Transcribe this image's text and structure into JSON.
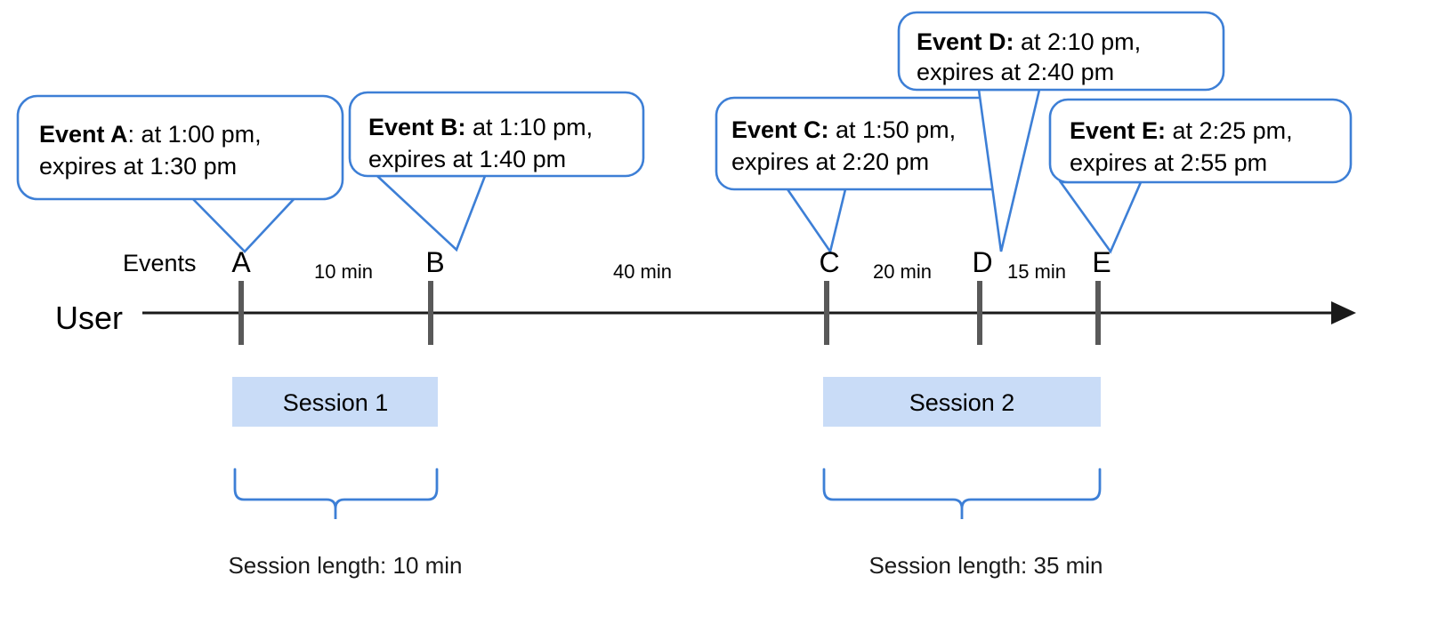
{
  "diagram": {
    "title_axis_label": "User",
    "events_row_label": "Events",
    "accent_color": "#3d7fd6",
    "session_fill_color": "#c9dcf7",
    "tick_color": "#595959",
    "axis_color": "#1a1a1a"
  },
  "callouts": [
    {
      "id": "A",
      "bold": "Event A",
      "sep": ":",
      "line1": " at 1:00 pm,",
      "line2": "expires at 1:30 pm"
    },
    {
      "id": "B",
      "bold": "Event B:",
      "sep": "",
      "line1": " at 1:10 pm,",
      "line2": "expires at 1:40 pm"
    },
    {
      "id": "C",
      "bold": "Event C:",
      "sep": "",
      "line1": " at 1:50 pm,",
      "line2": "expires at 2:20 pm"
    },
    {
      "id": "D",
      "bold": "Event D:",
      "sep": "",
      "line1": " at 2:10 pm,",
      "line2": "expires at 2:40 pm"
    },
    {
      "id": "E",
      "bold": "Event E:",
      "sep": "",
      "line1": " at 2:25 pm,",
      "line2": "expires at 2:55 pm"
    }
  ],
  "events": [
    {
      "letter": "A",
      "time": "1:00 pm",
      "expires": "1:30 pm"
    },
    {
      "letter": "B",
      "time": "1:10 pm",
      "expires": "1:40 pm"
    },
    {
      "letter": "C",
      "time": "1:50 pm",
      "expires": "2:20 pm"
    },
    {
      "letter": "D",
      "time": "2:10 pm",
      "expires": "2:40 pm"
    },
    {
      "letter": "E",
      "time": "2:25 pm",
      "expires": "2:55 pm"
    }
  ],
  "intervals": [
    {
      "from": "A",
      "to": "B",
      "label": "10 min"
    },
    {
      "from": "B",
      "to": "C",
      "label": "40 min"
    },
    {
      "from": "C",
      "to": "D",
      "label": "20 min"
    },
    {
      "from": "D",
      "to": "E",
      "label": "15 min"
    }
  ],
  "sessions": [
    {
      "name": "Session 1",
      "length_label": "Session length: 10 min",
      "events": [
        "A",
        "B"
      ]
    },
    {
      "name": "Session 2",
      "length_label": "Session length: 35 min",
      "events": [
        "C",
        "D",
        "E"
      ]
    }
  ]
}
